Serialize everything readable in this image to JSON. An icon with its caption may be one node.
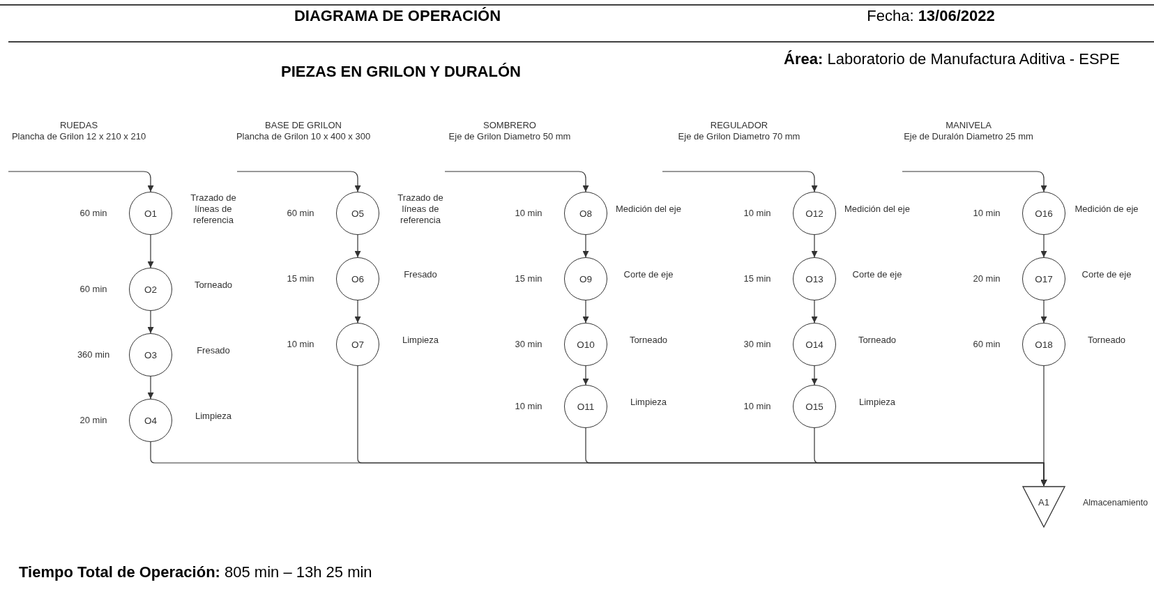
{
  "diagram": {
    "title": "DIAGRAMA DE OPERACIÓN",
    "nodes": [
      {
        "text": [
          "RUEDAS",
          "Plancha de Grilon 12 x 210 x 210"
        ]
      },
      {
        "text": [
          "O1"
        ],
        "beside": [
          "60 min",
          "Trazado de líneas de referencia"
        ]
      },
      {
        "text": [
          "O2"
        ],
        "beside": [
          "60 min",
          "Torneado"
        ]
      },
      {
        "text": [
          "O3"
        ],
        "beside": [
          "360 min",
          "Fresado"
        ]
      },
      {
        "text": [
          "O4"
        ],
        "beside": [
          "20 min",
          "Limpieza"
        ]
      },
      {
        "text": [
          "BASE DE GRILON",
          "Plancha de Grilon 10 x 400 x 300"
        ]
      },
      {
        "text": [
          "O5"
        ],
        "beside": [
          "60 min",
          "Trazado de líneas de referencia"
        ]
      },
      {
        "text": [
          "O6"
        ],
        "beside": [
          "15 min",
          "Fresado"
        ]
      },
      {
        "text": [
          "O7"
        ],
        "beside": [
          "10 min",
          "Limpieza"
        ]
      },
      {
        "text": [
          "SOMBRERO",
          "Eje de Grilon Diametro 50 mm"
        ]
      },
      {
        "text": [
          "O8"
        ],
        "beside": [
          "10 min",
          "Medición del eje"
        ]
      },
      {
        "text": [
          "O9"
        ],
        "beside": [
          "15 min",
          "Corte de eje"
        ]
      },
      {
        "text": [
          "O10"
        ],
        "beside": [
          "30 min",
          "Torneado"
        ]
      },
      {
        "text": [
          "O11"
        ],
        "beside": [
          "10 min",
          "Limpieza"
        ]
      },
      {
        "text": [
          "REGULADOR",
          "Eje de Grilon Diametro 70 mm"
        ]
      },
      {
        "text": [
          "O12"
        ],
        "beside": [
          "10 min",
          "Medición del eje"
        ]
      },
      {
        "text": [
          "O13"
        ],
        "beside": [
          "15 min",
          "Corte de eje"
        ]
      },
      {
        "text": [
          "O14"
        ],
        "beside": [
          "30 min",
          "Torneado"
        ]
      },
      {
        "text": [
          "O15"
        ],
        "beside": [
          "10 min",
          "Limpieza"
        ]
      },
      {
        "text": [
          "MANIVELA",
          "Eje de Duralón Diametro 25 mm"
        ]
      },
      {
        "text": [
          "O16"
        ],
        "beside": [
          "10 min",
          "Medición de eje"
        ]
      },
      {
        "text": [
          "O17"
        ],
        "beside": [
          "20 min",
          "Corte de eje"
        ]
      },
      {
        "text": [
          "O18"
        ],
        "beside": [
          "60 min",
          "Torneado"
        ]
      },
      {
        "text": [
          "A1"
        ],
        "beside": [
          "Almacenamiento"
        ]
      }
    ],
    "edges": [
      {
        "from": 0,
        "to": 1,
        "arrow": "to"
      },
      {
        "from": 1,
        "to": 2,
        "arrow": "to"
      },
      {
        "from": 2,
        "to": 3,
        "arrow": "to"
      },
      {
        "from": 3,
        "to": 4,
        "arrow": "to"
      },
      {
        "from": 5,
        "to": 6,
        "arrow": "to"
      },
      {
        "from": 6,
        "to": 7,
        "arrow": "to"
      },
      {
        "from": 7,
        "to": 8,
        "arrow": "to"
      },
      {
        "from": 9,
        "to": 10,
        "arrow": "to"
      },
      {
        "from": 10,
        "to": 11,
        "arrow": "to"
      },
      {
        "from": 11,
        "to": 12,
        "arrow": "to"
      },
      {
        "from": 12,
        "to": 13,
        "arrow": "to"
      },
      {
        "from": 14,
        "to": 15,
        "arrow": "to"
      },
      {
        "from": 15,
        "to": 16,
        "arrow": "to"
      },
      {
        "from": 16,
        "to": 17,
        "arrow": "to"
      },
      {
        "from": 17,
        "to": 18,
        "arrow": "to"
      },
      {
        "from": 19,
        "to": 20,
        "arrow": "to"
      },
      {
        "from": 20,
        "to": 21,
        "arrow": "to"
      },
      {
        "from": 21,
        "to": 22,
        "arrow": "to"
      },
      {
        "from": 4,
        "to": 23,
        "arrow": "to"
      },
      {
        "from": 8,
        "to": 23,
        "arrow": "to"
      },
      {
        "from": 13,
        "to": 23,
        "arrow": "to"
      },
      {
        "from": 18,
        "to": 23,
        "arrow": "to"
      },
      {
        "from": 22,
        "to": 23,
        "arrow": "to"
      }
    ],
    "labels": [
      "Fecha: **13/06/2022**",
      "PIEZAS EN GRILON Y DURALÓN",
      "**Área:** Laboratorio de Manufactura Aditiva - ESPE",
      "**Tiempo Total de Operación:** 805 min – 13h 25 min"
    ]
  }
}
